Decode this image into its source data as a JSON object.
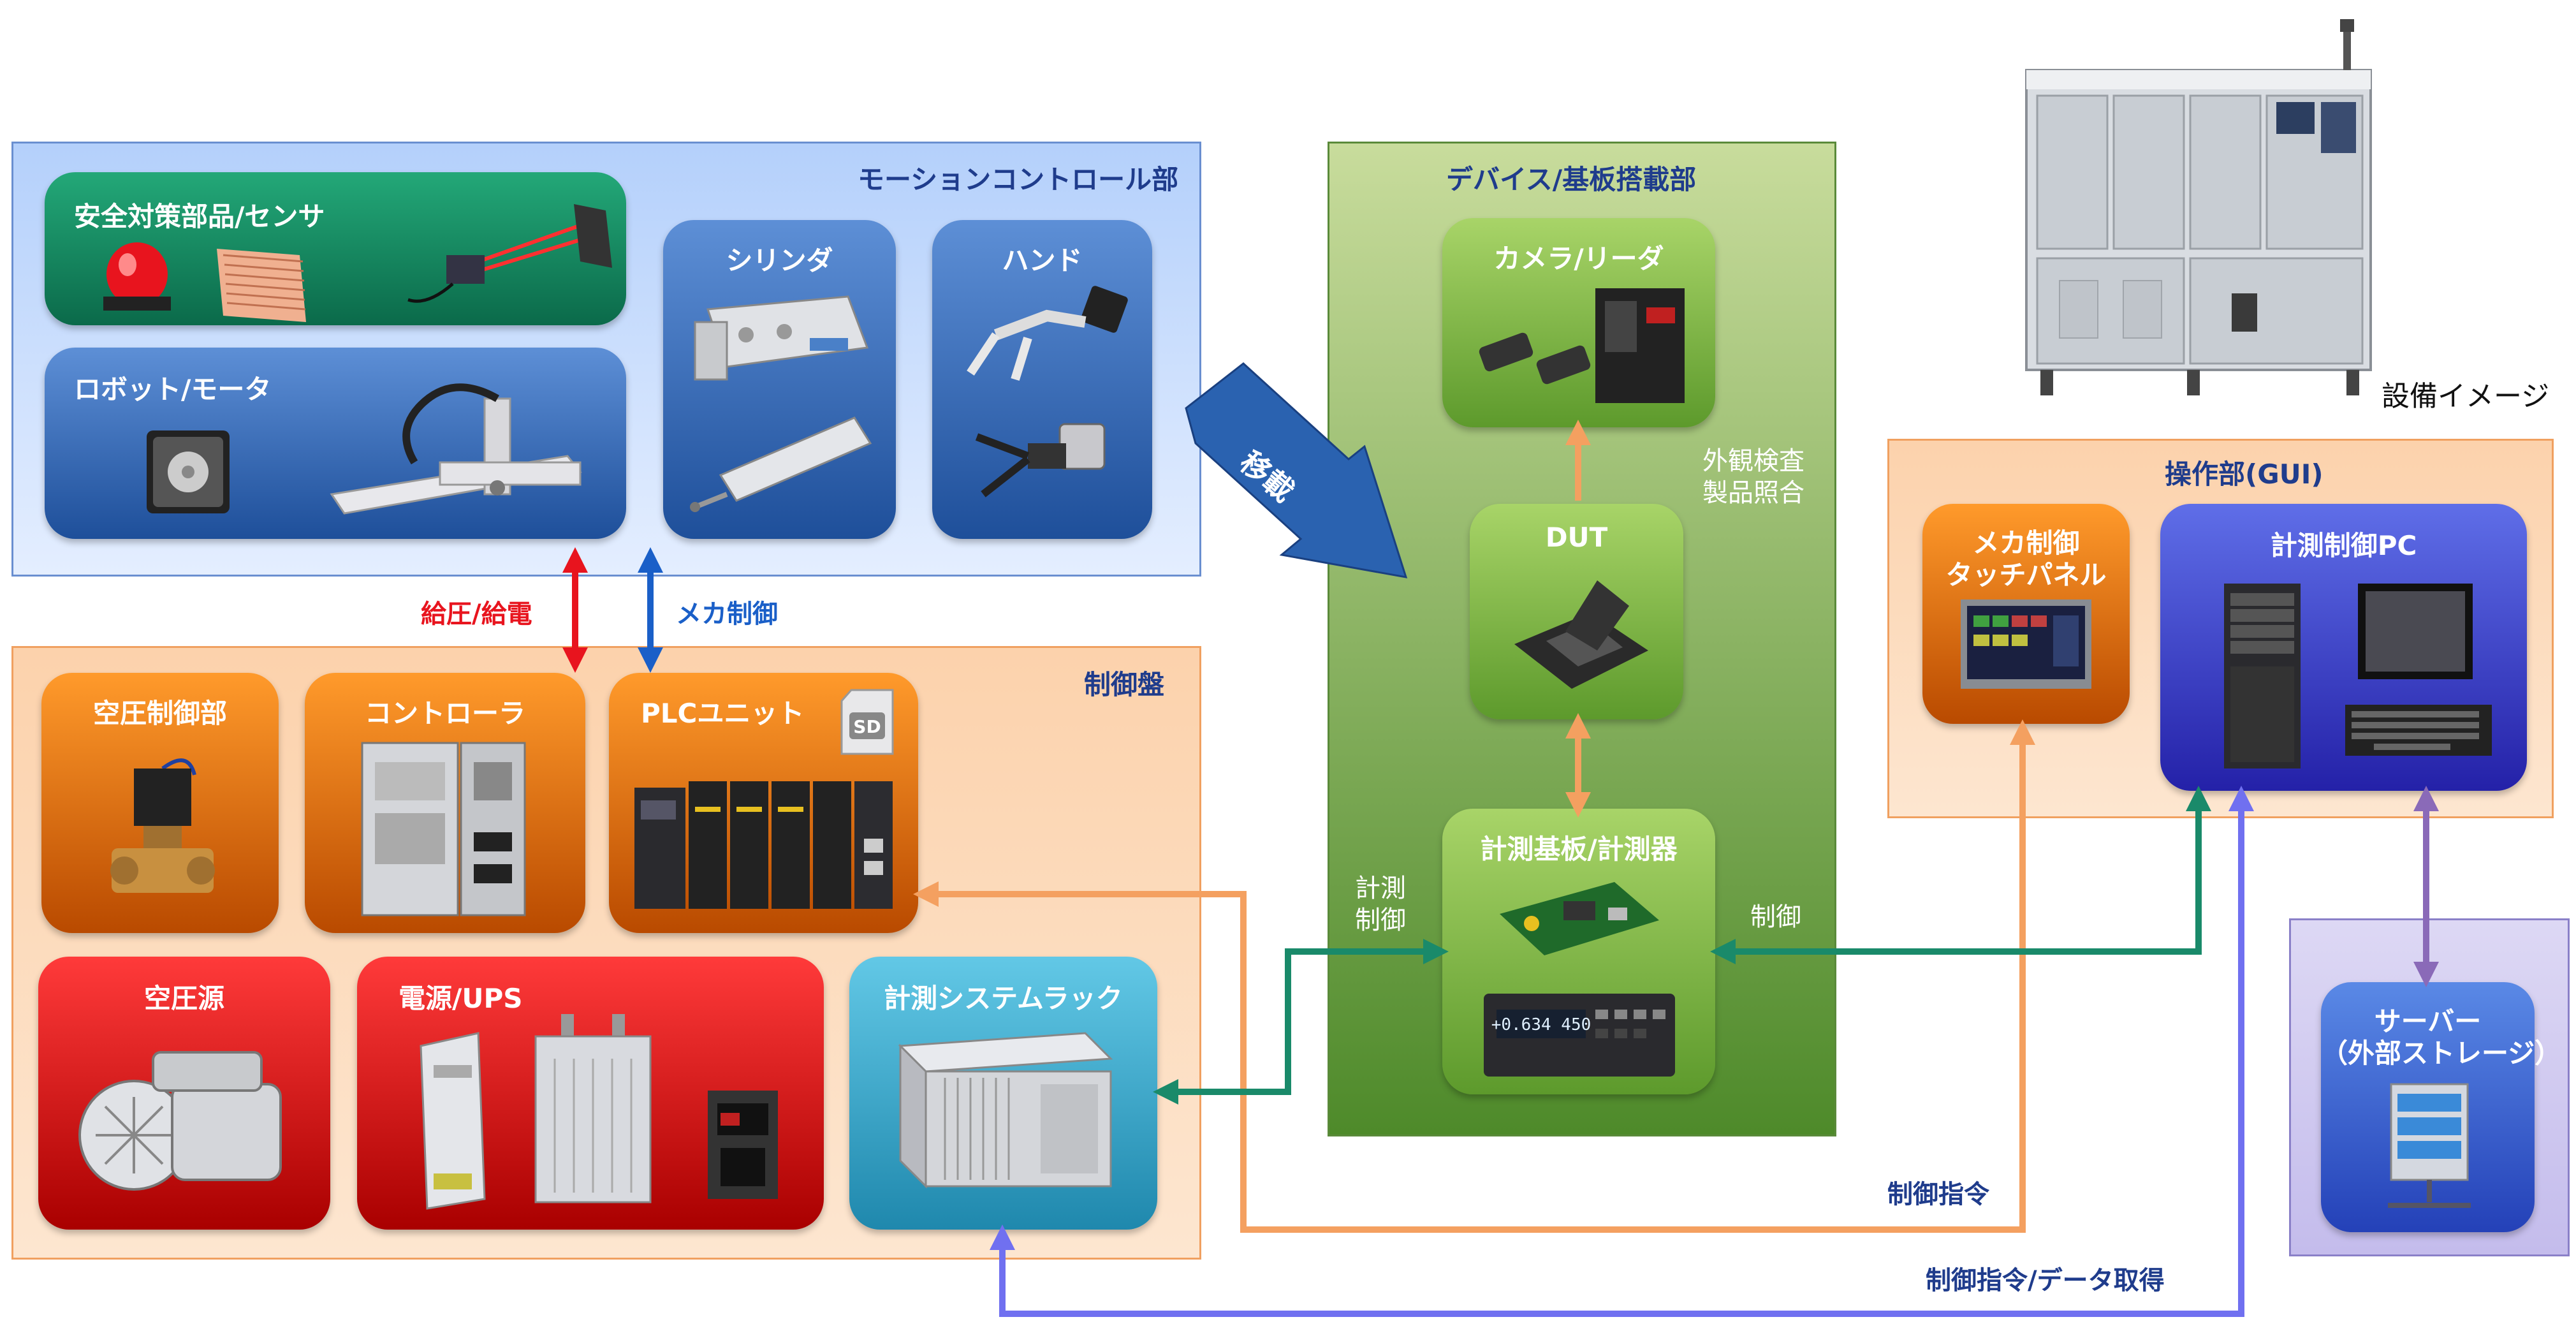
{
  "regions": {
    "motion": "モーションコントロール部",
    "device": "デバイス/基板搭載部",
    "panel": "制御盤",
    "ops": "操作部(GUI)"
  },
  "cards": {
    "safety": "安全対策部品/センサ",
    "robot": "ロボット/モータ",
    "cylinder": "シリンダ",
    "hand": "ハンド",
    "camera": "カメラ/リーダ",
    "dut": "DUT",
    "board": "計測基板/計測器",
    "air_ctrl": "空圧制御部",
    "controller": "コントローラ",
    "plc": "PLCユニット",
    "air_source": "空圧源",
    "power": "電源/UPS",
    "rack": "計測システムラック",
    "touch_l1": "メカ制御",
    "touch_l2": "タッチパネル",
    "pc": "計測制御PC",
    "server_l1": "サーバー",
    "server_l2": "（外部ストレージ）"
  },
  "labels": {
    "equipment": "設備イメージ",
    "move": "移載",
    "inspect_l1": "外観検査",
    "inspect_l2": "製品照合",
    "supply": "給圧/給電",
    "mech": "メカ制御",
    "meas_l1": "計測",
    "meas_l2": "制御",
    "ctrl": "制御",
    "cmd": "制御指令",
    "cmd_data": "制御指令/データ取得"
  },
  "meter_reading": "+0.634 450",
  "sd_text": "SD",
  "colors": {
    "arrow_red": "#e8141e",
    "arrow_blue": "#1a5fc8",
    "arrow_orange": "#f4a060",
    "arrow_green": "#1a8a6a",
    "arrow_violet": "#7070f0",
    "arrow_purple": "#8a6ab8",
    "title_blue": "#1f3c8c"
  }
}
